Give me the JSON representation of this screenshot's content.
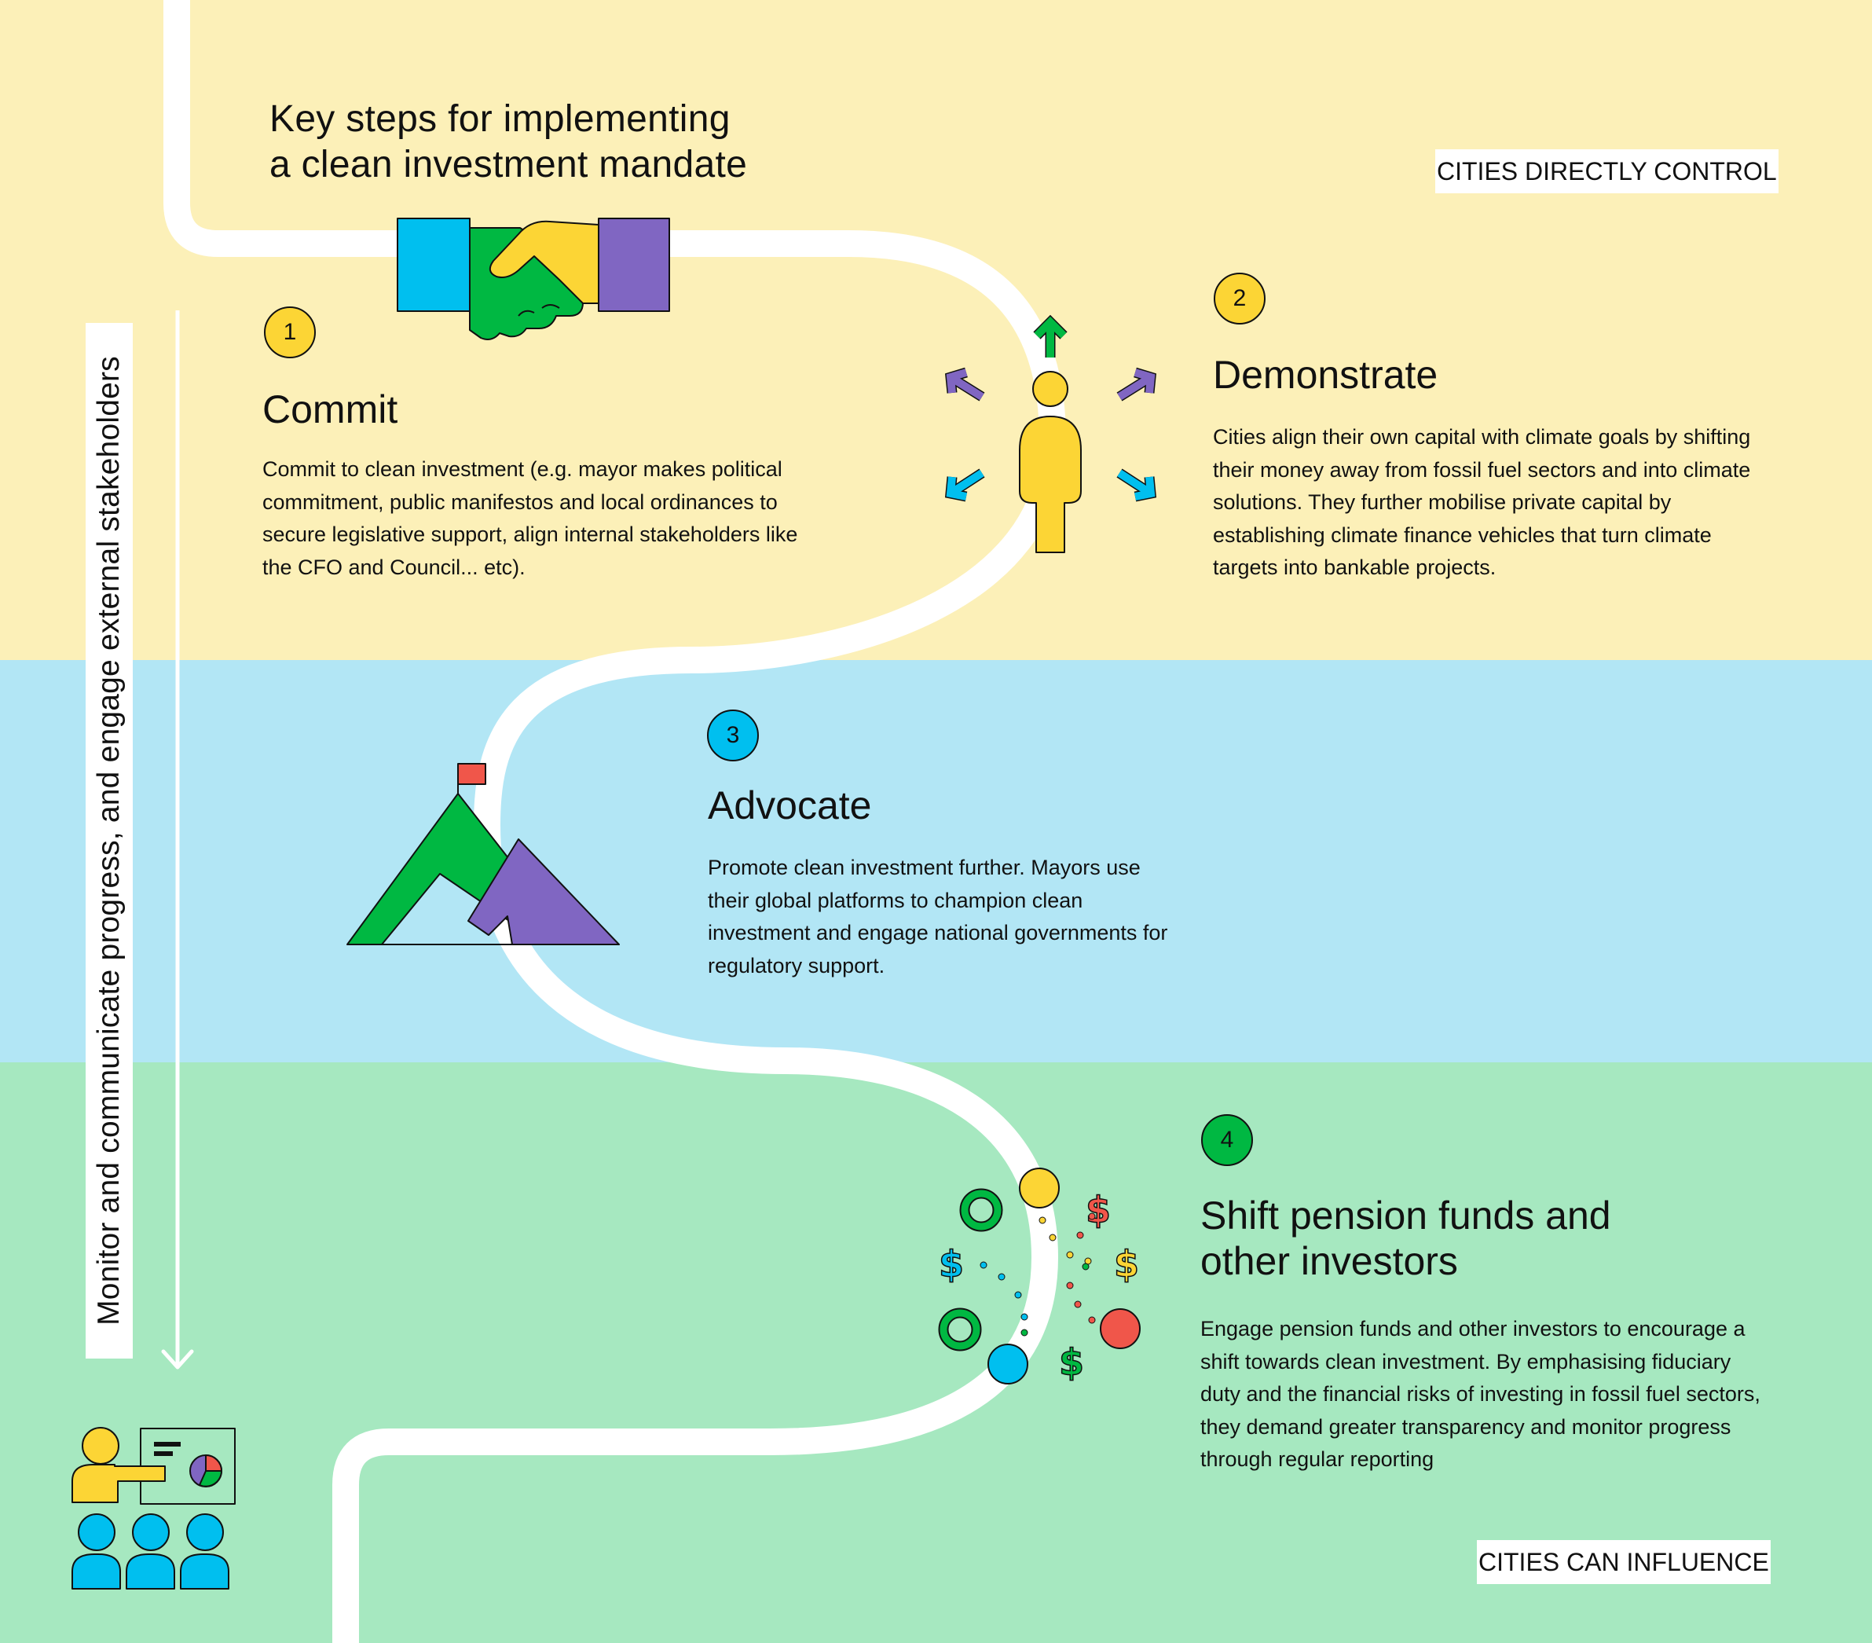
{
  "title": {
    "line1": "Key steps for implementing",
    "line2": "a clean investment mandate"
  },
  "zones": {
    "top": "CITIES DIRECTLY CONTROL",
    "bottom": "CITIES CAN INFLUENCE"
  },
  "side_label": "Monitor and communicate progress, and engage external stakeholders",
  "steps": [
    {
      "number": "1",
      "heading": "Commit",
      "body": "Commit to clean investment (e.g. mayor makes political commitment, public manifestos and local ordinances to secure legislative support, align internal stakeholders like the CFO and Council... etc).",
      "badge_color": "#fcd535",
      "icon": "handshake-icon"
    },
    {
      "number": "2",
      "heading": "Demonstrate",
      "body": "Cities align their own capital with climate goals by shifting their money away from fossil fuel sectors and into climate solutions. They further mobilise private capital by establishing climate finance vehicles that turn climate targets into bankable projects.",
      "badge_color": "#fcd535",
      "icon": "person-arrows-icon"
    },
    {
      "number": "3",
      "heading": "Advocate",
      "body": "Promote clean investment further. Mayors use their global platforms to champion clean investment and engage national governments for regulatory support.",
      "badge_color": "#00bfef",
      "icon": "mountain-flag-icon"
    },
    {
      "number": "4",
      "heading_line1": "Shift pension funds and",
      "heading_line2": "other investors",
      "body": "Engage pension funds and other investors to encourage a shift towards clean investment. By emphasising fiduciary duty and the financial risks of investing in fossil fuel sectors, they demand greater transparency and monitor progress through regular reporting",
      "badge_color": "#00b842",
      "icon": "money-flow-icon"
    }
  ],
  "colors": {
    "yellow_band": "#fcf0b8",
    "blue_band": "#b2e6f5",
    "green_band": "#a6e8c0",
    "path": "#ffffff",
    "accent_yellow": "#fcd535",
    "accent_blue": "#00bfef",
    "accent_green": "#00b842",
    "accent_purple": "#8066c2",
    "accent_red": "#f0564a"
  },
  "icons": [
    "handshake-icon",
    "person-arrows-icon",
    "mountain-flag-icon",
    "money-flow-icon",
    "presenter-audience-icon",
    "down-arrow-icon"
  ]
}
